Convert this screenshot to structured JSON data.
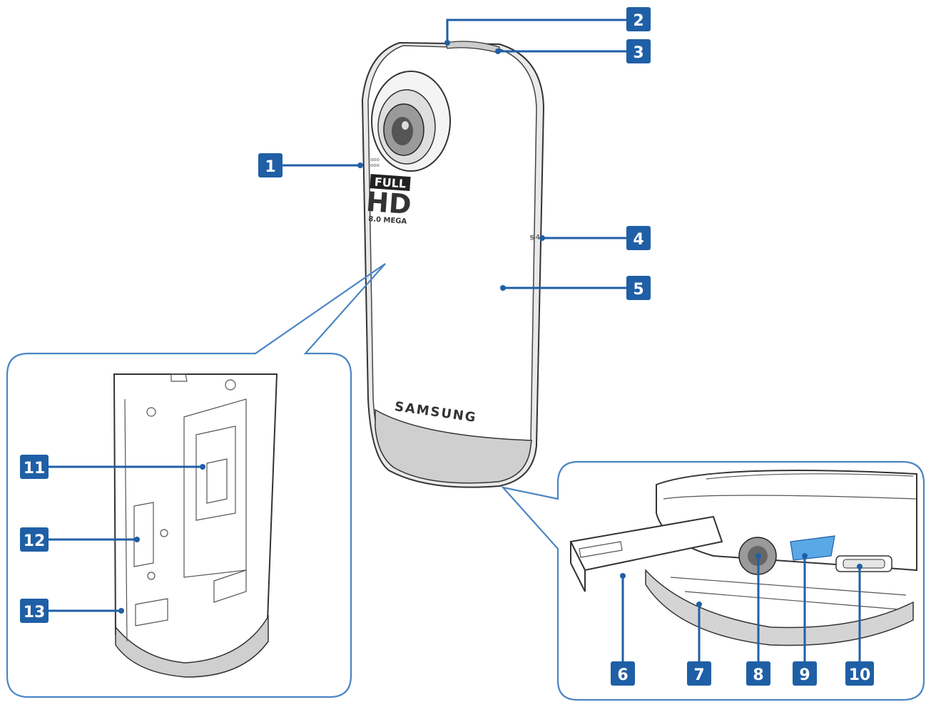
{
  "colors": {
    "accent": "#1f5fa6",
    "badge": "#1f5fa6",
    "callout_outline": "#4a84c4",
    "band_gray": "#cfcfcf",
    "lens_blue": "#5aa8e6"
  },
  "device": {
    "logo_full": "FULL",
    "logo_hd": "HD",
    "logo_mega": "8.0 MEGA",
    "brand": "SAMSUNG"
  },
  "callouts": [
    {
      "label": "1"
    },
    {
      "label": "2"
    },
    {
      "label": "3"
    },
    {
      "label": "4"
    },
    {
      "label": "5"
    },
    {
      "label": "6"
    },
    {
      "label": "7"
    },
    {
      "label": "8"
    },
    {
      "label": "9"
    },
    {
      "label": "10"
    },
    {
      "label": "11"
    },
    {
      "label": "12"
    },
    {
      "label": "13"
    }
  ]
}
